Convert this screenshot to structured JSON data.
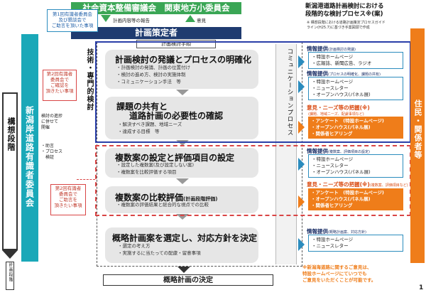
{
  "header": {
    "council": "社会資本整備審議会　関東地方小委員会",
    "report": "計画内容等の報告",
    "opinion": "意見",
    "plan_bar": "計画策定者",
    "title_lines": [
      "新潟港道路計画検討における",
      "段階的な検討プロセス",
      "※(案)"
    ],
    "note_line1": "※ 構想段階における道路計画策定プロセスガイド",
    "note_line2": "ライン(H25.7)に基づき手案図頭で作成"
  },
  "left": {
    "meeting_box": "第1回有識者委員会\n及び懇談会で\nご助言を頂いた事項",
    "committee_label": "新潟岸道路有識者委員会",
    "tech_label": "技術・専門的検討",
    "note_box_2a": "第2回有識者\n委員会で\nご確認を\n頂きたい事項",
    "progress_note": "検討の進捗\nに併せて\n開催",
    "advice_items": [
      "・助言",
      "・プロセス\n　検証"
    ],
    "note_box_2b": "第2回有識者\n委員会で\nご助言を\n頂きたい事項",
    "stage_label": "構想段階",
    "planning_stage": "計画段階"
  },
  "process": {
    "header": "計画検討手順",
    "steps": [
      {
        "title": "計画検討の発議とプロセスの明確化",
        "bullets": [
          "・計画検討の発議、計画の位置付け",
          "・検討の進め方、検討の実施体制",
          "・コミュニケーション手法　等"
        ]
      },
      {
        "title_line1": "課題の共有と",
        "title_line2": "道路計画の必要性の確認",
        "bullets": [
          "・解決すべき課題、地域ニーズ",
          "・達成する目標　等"
        ]
      },
      {
        "title": "複数案の設定と評価項目の設定",
        "bullets": [
          "・設定した複数案(及び設定しない案)",
          "・複数案を比較評価する項目"
        ]
      },
      {
        "title": "複数案の比較評価",
        "title_small": "(計画段階評価)",
        "bullets": [
          "・複数案の評価結果と総合的な視点での比較"
        ]
      },
      {
        "title": "概略計画案を選定し、対応方針を決定",
        "bullets": [
          "・選定の考え方",
          "・実施するに当たっての配慮・留意事項"
        ]
      }
    ],
    "comm_label": "コミュニケーションプロセス",
    "final": "概略計画の決定"
  },
  "right": {
    "info_blocks": [
      {
        "head": "情報提供",
        "small": "(計画検討の発議)",
        "items": [
          "・特設ホームページ",
          "・広報誌、新聞広告、ラジオ"
        ]
      },
      {
        "head": "情報提供",
        "small": "(プロセスの明確化、課題の共有)",
        "items": [
          "・特設ホームページ",
          "・ニュースレター",
          "・オープンハウス(パネル展)"
        ]
      },
      {
        "head": "情報提供",
        "small": "(複数案、評価項目の設定)",
        "items": [
          "・特設ホームページ",
          "・ニュースレター",
          "・オープンハウス(パネル展)"
        ]
      },
      {
        "head": "情報提供",
        "small": "(概略計画案、対応方針)",
        "items": [
          "・特設ホームページ",
          "・ニュースレター"
        ]
      }
    ],
    "ike_blocks": [
      {
        "head": "意見・ニーズ等の把握(※)",
        "small": "(課題、地域ニーズ、配慮事項など)",
        "items": [
          "・アンケート　(特設ホームページ)",
          "・オープンハウス(パネル展)",
          "・関係者ヒアリング"
        ]
      },
      {
        "head": "意見・ニーズ等の把握(※)",
        "small": "(複数案、評価項目など)",
        "items": [
          "・アンケート　(特設ホームページ)",
          "・オープンハウス(パネル展)",
          "・関係者ヒアリング"
        ]
      }
    ],
    "side_label": "住民・関係者等",
    "footnote": "※新潟海道路に関するご意見は、\n特設ホームページにていつでも\nご意見をいただくことが可能です。",
    "page": "1"
  },
  "colors": {
    "green": "#3aa655",
    "navy": "#1f3b70",
    "teal": "#1aa8b8",
    "orange": "#ef7d1a",
    "red": "#d94545"
  }
}
